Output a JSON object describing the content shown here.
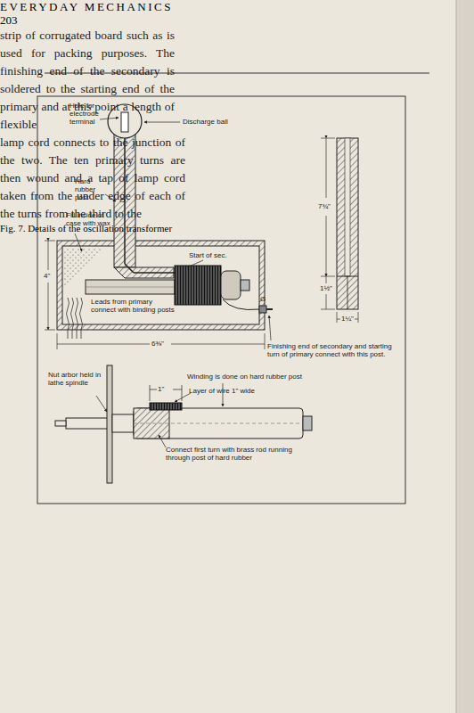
{
  "diagram": {
    "caption": "Fig. 7. Details of the oscillation transformer",
    "labels": [
      "EVERYDAY MECHANICS",
      "203",
      "Hole for electrode terminal",
      "Discharge ball",
      "Hard rubber post",
      "Fill inside of case with wax",
      "Start of sec.",
      "4\"",
      "Leads from primary connect with binding posts",
      "G",
      "6⅜\"",
      "Finishing end of secondary and starting turn of primary connect with this post.",
      "7¾\"",
      "1½\"",
      "1¼\"",
      "Nut arbor held in lathe spindle",
      "1\"",
      "Winding is done on hard rubber post",
      "Layer of wire 1\" wide",
      "Connect first turn with brass rod running through post of hard rubber",
      "strip of corrugated board such as is used for packing purposes. The finishing end of the secondary is soldered to the starting end of the primary and at this point a length of flexible",
      "lamp cord connects to the junction of the two. The ten primary turns are then wound and a tap of lamp cord taken from the under edge of each of the turns from the third to the"
    ]
  }
}
